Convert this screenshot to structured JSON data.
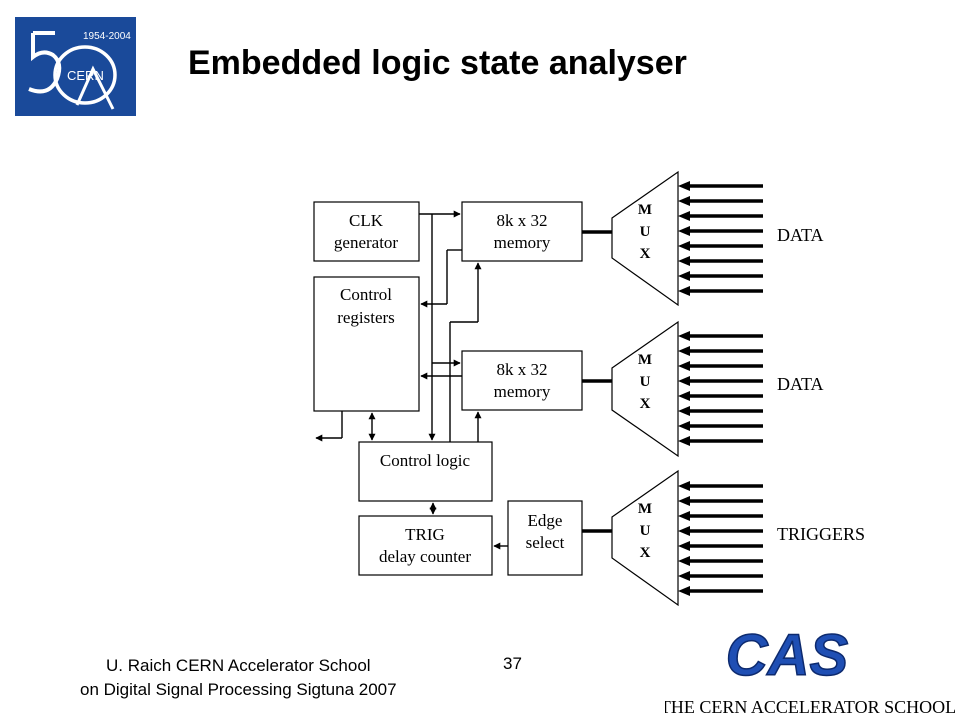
{
  "slide": {
    "title": "Embedded logic state analyser",
    "footer_line1": "U. Raich  CERN Accelerator School",
    "footer_line2": "on Digital Signal Processing  Sigtuna 2007",
    "page_number": "37"
  },
  "logos": {
    "cern_years": "1954-2004",
    "cern_word": "CERN",
    "cas_letters": "CAS",
    "cas_name": "THE CERN ACCELERATOR SCHOOL"
  },
  "diagram": {
    "clk_line1": "CLK",
    "clk_line2": "generator",
    "ctrl_reg_line1": "Control",
    "ctrl_reg_line2": "registers",
    "mem1_line1": "8k x 32",
    "mem1_line2": "memory",
    "mem2_line1": "8k x 32",
    "mem2_line2": "memory",
    "ctrl_logic": "Control logic",
    "trig_line1": "TRIG",
    "trig_line2": "delay counter",
    "edge_line1": "Edge",
    "edge_line2": "select",
    "mux_letter1": "M",
    "mux_letter2": "U",
    "mux_letter3": "X",
    "input1": "DATA",
    "input2": "DATA",
    "input3": "TRIGGERS"
  },
  "colors": {
    "cern_blue": "#1a4a9a",
    "cas_blue": "#1f4fb4"
  }
}
